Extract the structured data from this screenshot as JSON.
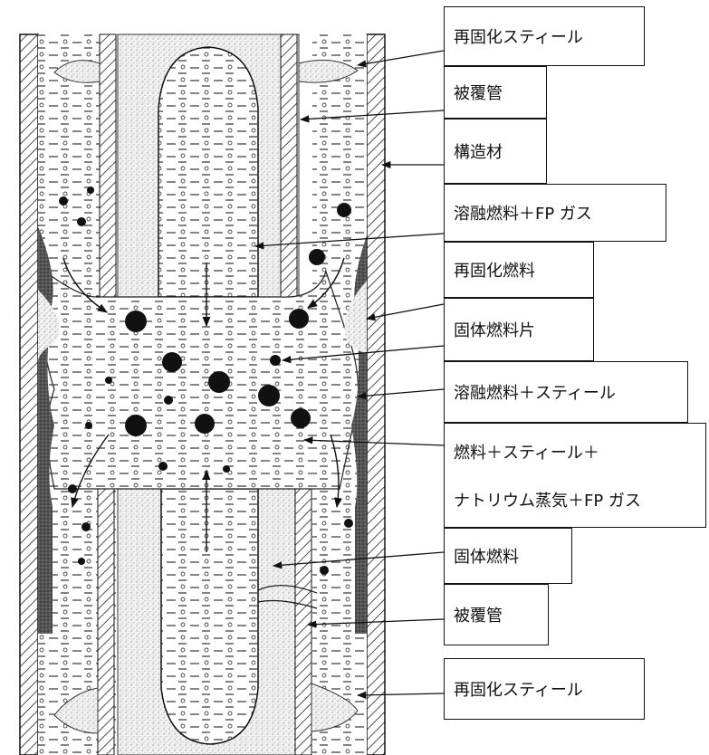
{
  "labels": [
    {
      "id": "resolidified-steel-top",
      "text": "再固化スティール"
    },
    {
      "id": "cladding-top",
      "text": "被覆管"
    },
    {
      "id": "structural-material",
      "text": "構造材"
    },
    {
      "id": "molten-fuel-fp-gas",
      "text": "溶融燃料＋FP ガス"
    },
    {
      "id": "resolidified-fuel",
      "text": "再固化燃料"
    },
    {
      "id": "solid-fuel-fragment",
      "text": "固体燃料片"
    },
    {
      "id": "molten-fuel-steel",
      "text": "溶融燃料＋スティール"
    },
    {
      "id": "fuel-steel-sodium",
      "line1": "燃料＋スティール＋",
      "line2": "ナトリウム蒸気＋FP ガス"
    },
    {
      "id": "solid-fuel",
      "text": "固体燃料"
    },
    {
      "id": "cladding-bottom",
      "text": "被覆管"
    },
    {
      "id": "resolidified-steel-bottom",
      "text": "再固化スティール"
    }
  ]
}
